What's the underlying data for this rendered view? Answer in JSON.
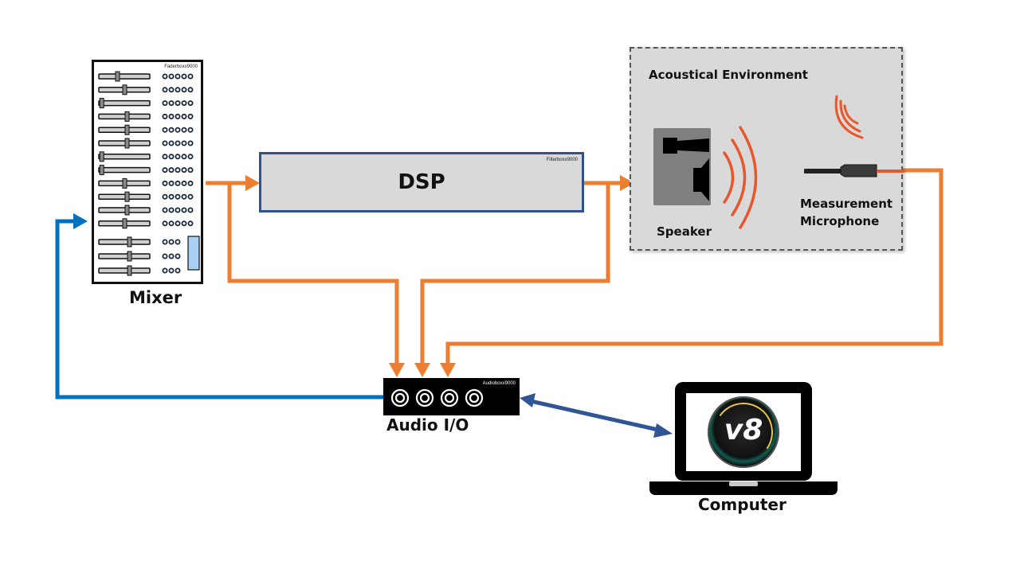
{
  "mixer": {
    "label": "Mixer",
    "model": "Faderboxx9000",
    "channel_faders": 12,
    "bus_faders": 3,
    "meter_color": "#a9d0f5"
  },
  "dsp": {
    "label": "DSP",
    "model": "Filterboxx9000",
    "fill": "#d9d9d9",
    "border": "#2f528f"
  },
  "acoustical_environment": {
    "title": "Acoustical Environment",
    "speaker_label": "Speaker",
    "microphone_label_line1": "Measurement",
    "microphone_label_line2": "Microphone",
    "fill": "#d9d9d9"
  },
  "audio_io": {
    "label": "Audio I/O",
    "model": "Audioboxx9000",
    "jacks": 4
  },
  "computer": {
    "label": "Computer",
    "app_badge": "v8"
  },
  "colors": {
    "signal_orange": "#ed7d31",
    "return_blue": "#0070c0",
    "link_blue": "#2f5597",
    "wave_red": "#e8572a"
  },
  "connections": [
    {
      "from": "Mixer",
      "to": "DSP",
      "type": "audio"
    },
    {
      "from": "Mixer",
      "to": "Audio I/O",
      "type": "audio"
    },
    {
      "from": "DSP",
      "to": "Speaker",
      "type": "audio"
    },
    {
      "from": "DSP",
      "to": "Audio I/O",
      "type": "audio"
    },
    {
      "from": "Measurement Microphone",
      "to": "Audio I/O",
      "type": "audio"
    },
    {
      "from": "Audio I/O",
      "to": "Mixer",
      "type": "return"
    },
    {
      "from": "Audio I/O",
      "to": "Computer",
      "type": "bidirectional"
    }
  ]
}
